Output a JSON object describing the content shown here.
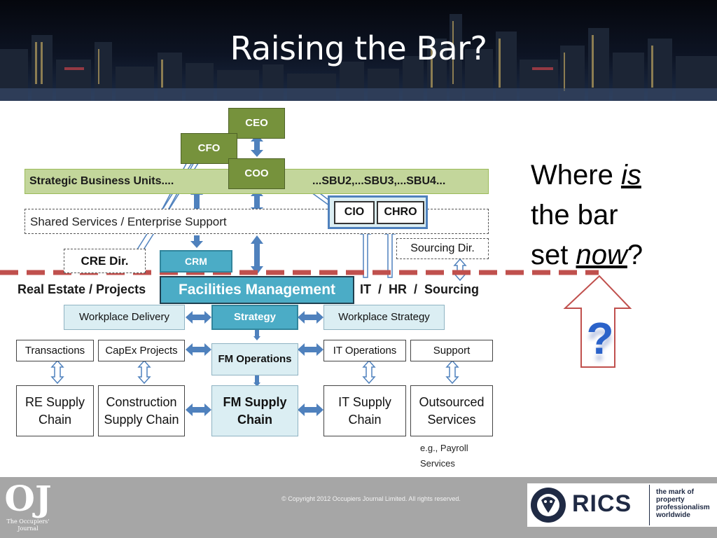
{
  "slide": {
    "title": "Raising the Bar?",
    "copyright": "© Copyright 2012 Occupiers Journal Limited. All rights reserved."
  },
  "question": {
    "line1_a": "Where ",
    "line1_b": "is",
    "line2": "the bar",
    "line3_a": "set ",
    "line3_b": "now",
    "line3_c": "?",
    "mark": "?"
  },
  "org": {
    "ceo": "CEO",
    "cfo": "CFO",
    "coo": "COO",
    "sbu_left": "Strategic Business Units....",
    "sbu_right": "...SBU2,...SBU3,...SBU4...",
    "cio": "CIO",
    "chro": "CHRO",
    "shared_services": "Shared Services / Enterprise Support",
    "sourcing_dir": "Sourcing Dir.",
    "cre_dir": "CRE Dir.",
    "crm": "CRM",
    "real_estate": "Real Estate / Projects",
    "fm": "Facilities Management",
    "it_hr_sourcing": "IT  /  HR  /  Sourcing"
  },
  "grid": {
    "workplace_delivery": "Workplace Delivery",
    "strategy": "Strategy",
    "workplace_strategy": "Workplace Strategy",
    "transactions": "Transactions",
    "capex": "CapEx Projects",
    "fm_operations": "FM Operations",
    "it_operations": "IT Operations",
    "support": "Support",
    "re_supply_1": "RE Supply",
    "re_supply_2": "Chain",
    "construction_1": "Construction",
    "construction_2": "Supply Chain",
    "fm_supply_1": "FM Supply",
    "fm_supply_2": "Chain",
    "it_supply_1": "IT Supply",
    "it_supply_2": "Chain",
    "outsourced_1": "Outsourced",
    "outsourced_2": "Services",
    "note_1": "e.g., Payroll",
    "note_2": "Services"
  },
  "logos": {
    "oj_mark": "OJ",
    "oj_name_1": "The Occupiers'",
    "oj_name_2": "Journal",
    "rics": "RICS",
    "rics_tag_1": "the mark of",
    "rics_tag_2": "property",
    "rics_tag_3": "professionalism",
    "rics_tag_4": "worldwide"
  },
  "colors": {
    "green": "#76923c",
    "teal": "#4bacc6",
    "light_blue": "#dbeef3",
    "sbu_bar": "#c3d69b",
    "arrow_blue": "#4f81bd",
    "bar_red": "#c0504d",
    "footer_grey": "#a6a6a6"
  }
}
